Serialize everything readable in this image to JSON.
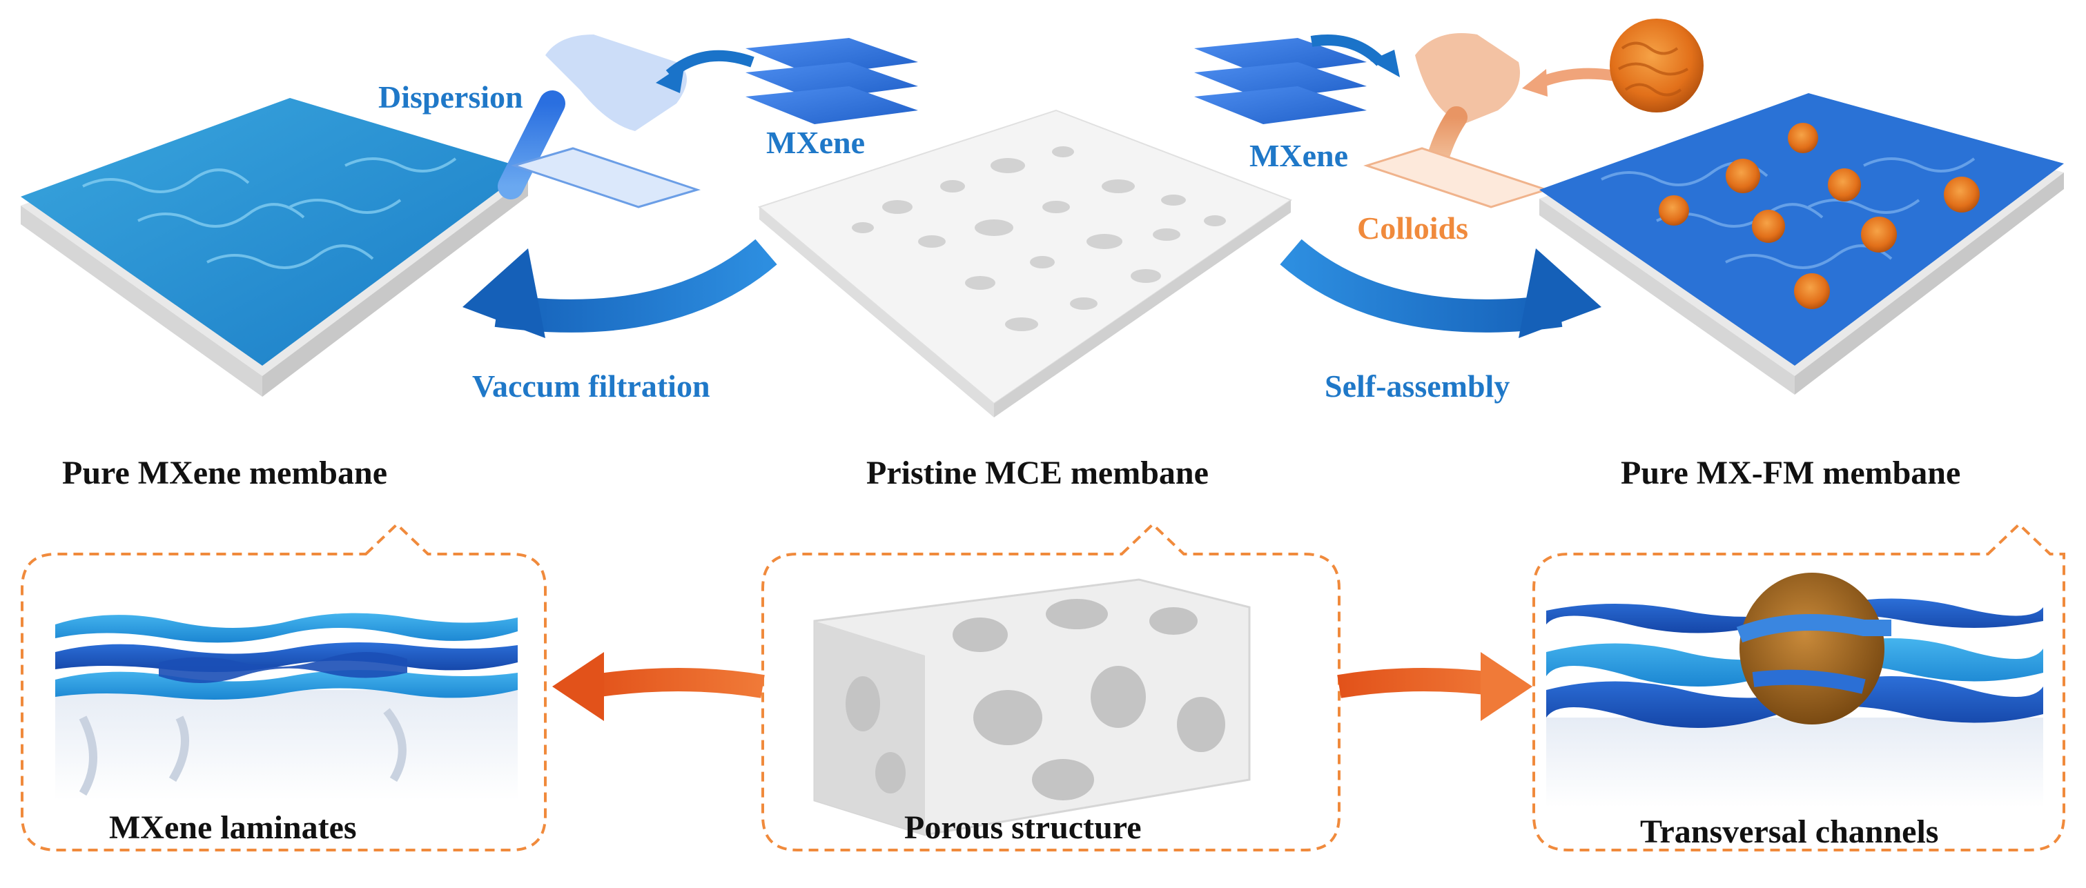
{
  "step_labels": {
    "dispersion": "Dispersion",
    "mxene_left": "MXene",
    "mxene_right": "MXene",
    "colloids": "Colloids",
    "vacuum_filtration": "Vaccum filtration",
    "self_assembly": "Self-assembly"
  },
  "membranes": {
    "left_title": "Pure MXene membane",
    "center_title": "Pristine MCE membane",
    "right_title": "Pure MX-FM membane"
  },
  "zoom_captions": {
    "left": "MXene laminates",
    "center": "Porous structure",
    "right": "Transversal channels"
  },
  "colors": {
    "mxene_blue": "#2a8fd6",
    "mxene_dark": "#1565b0",
    "process_arrow_blue": "#1a73c9",
    "colloid_orange": "#e8771e",
    "connector_arrow_orange": "#e85a1f",
    "dashed_border": "#f08a3c",
    "mce_white": "#f4f4f4"
  }
}
